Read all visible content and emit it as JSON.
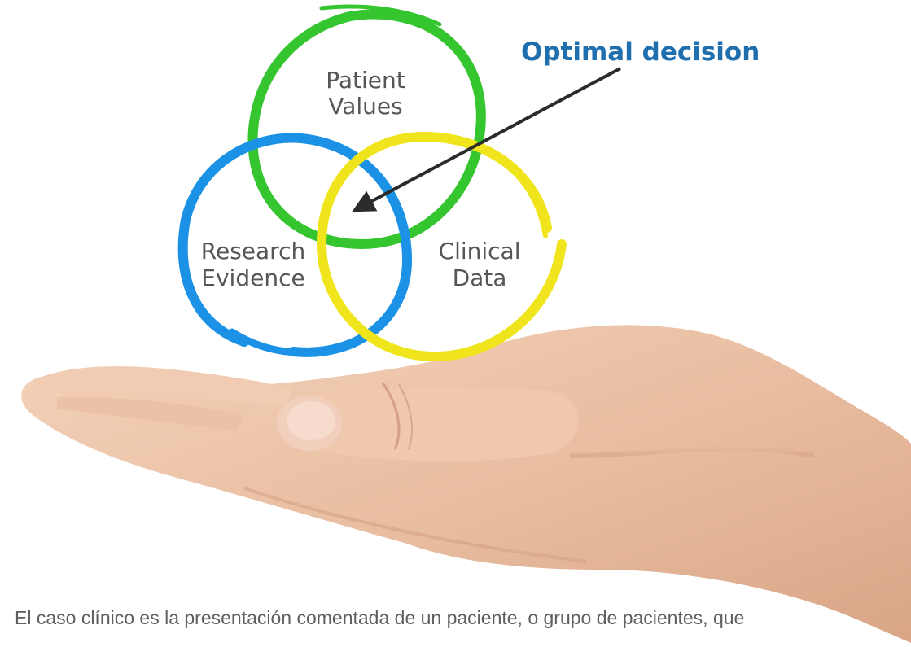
{
  "diagram": {
    "callout": "Optimal decision",
    "circles": [
      {
        "key": "patient",
        "lines": [
          "Patient",
          "Values"
        ],
        "color": "#35c52f"
      },
      {
        "key": "research",
        "lines": [
          "Research",
          "Evidence"
        ],
        "color": "#1b92e6"
      },
      {
        "key": "clinical",
        "lines": [
          "Clinical",
          "Data"
        ],
        "color": "#f0e51c"
      }
    ],
    "colors": {
      "callout": "#1f6eae",
      "label": "#55565a",
      "arrow": "#2b2b2b"
    },
    "image": "hand-palm-up"
  },
  "caption": "El caso clínico es la presentación comentada de un paciente, o grupo de pacientes, que"
}
